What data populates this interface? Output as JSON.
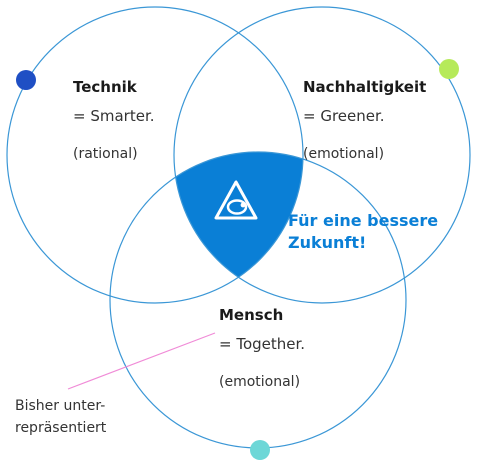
{
  "colors": {
    "circle_stroke": "#3b97d6",
    "center": "#0a7fd6",
    "dot_technik": "#1f4fc4",
    "dot_nachhaltigkeit": "#b6ea5a",
    "dot_mensch": "#6dd7d7",
    "pointer": "#f08bd7"
  },
  "icon": "triangle-a-logo-icon",
  "technik": {
    "title": "Technik",
    "line": "= Smarter.",
    "tag": "(rational)"
  },
  "nachhaltigkeit": {
    "title": "Nachhaltigkeit",
    "line": "= Greener.",
    "tag": "(emotional)"
  },
  "mensch": {
    "title": "Mensch",
    "line": "= Together.",
    "tag": "(emotional)"
  },
  "center_claim": {
    "line1": "Für eine bessere",
    "line2": "Zukunft!"
  },
  "note": {
    "line1": "Bisher unter-",
    "line2": "repräsentiert"
  }
}
